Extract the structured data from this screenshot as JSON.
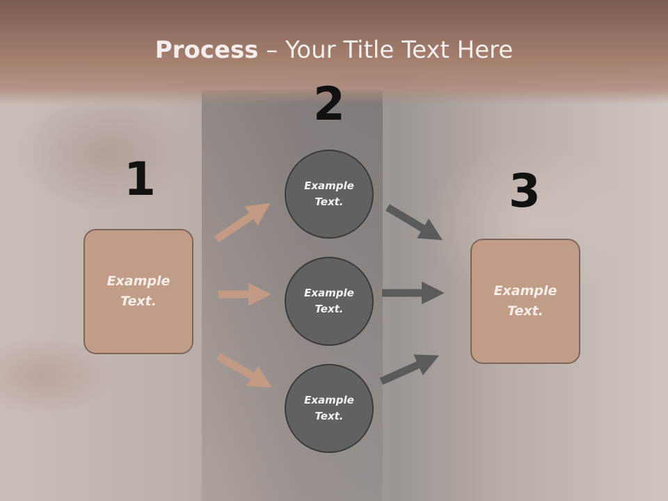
{
  "title": {
    "bold": "Process",
    "rest": " – Your Title Text Here"
  },
  "steps": {
    "one": "1",
    "two": "2",
    "three": "3"
  },
  "boxes": {
    "left_line1": "Example",
    "left_line2": "Text.",
    "right_line1": "Example",
    "right_line2": "Text."
  },
  "circles": [
    {
      "line1": "Example",
      "line2": "Text."
    },
    {
      "line1": "Example",
      "line2": "Text."
    },
    {
      "line1": "Example",
      "line2": "Text."
    }
  ],
  "colors": {
    "title_band": "#a47e6d",
    "box_fill": "#c19c86",
    "box_border": "#7b655b",
    "circle_fill": "#616161",
    "arrow_in": "#c39b84",
    "arrow_out": "#5a5a5a",
    "number_text": "#111111"
  }
}
